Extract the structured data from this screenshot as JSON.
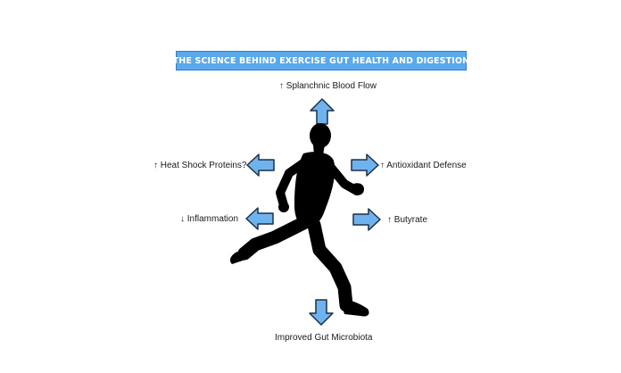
{
  "title": "The Science Behind Exercise Gut Health and Digestion",
  "labels": {
    "top": "↑ Splanchnic Blood Flow",
    "heat_shock": "↑ Heat Shock Proteins?",
    "antioxidant": "↑ Antioxidant Defense",
    "inflammation": "↓ Inflammation",
    "butyrate": "↑ Butyrate",
    "bottom": "Improved Gut Microbiota"
  },
  "colors": {
    "banner": "#5aa9ec",
    "arrow_fill": "#6fb3ee",
    "arrow_stroke": "#1f2f45",
    "silhouette": "#000000"
  },
  "icons": {
    "runner": "running-person-silhouette-icon",
    "arrow": "block-arrow-icon"
  }
}
